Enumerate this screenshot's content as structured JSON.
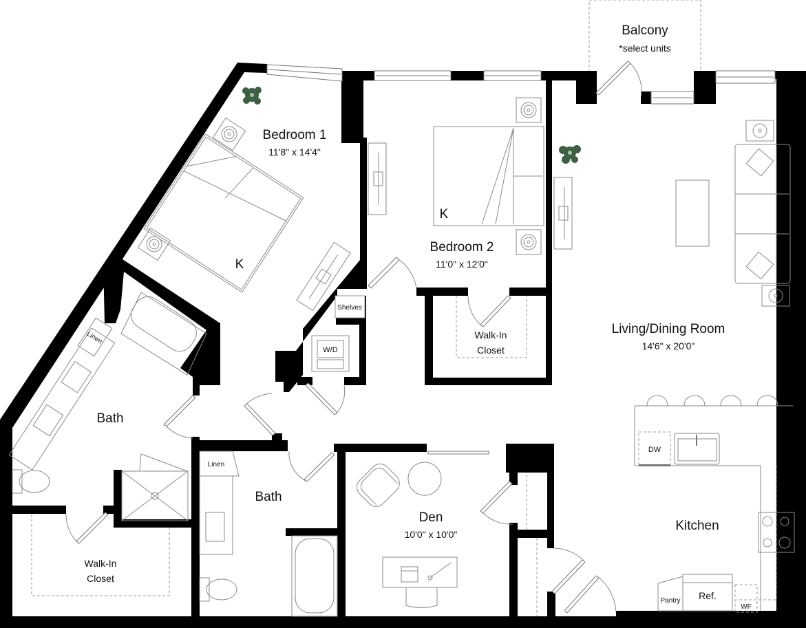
{
  "floorplan": {
    "balcony": {
      "label": "Balcony",
      "note": "*select units"
    },
    "rooms": {
      "bedroom1": {
        "label": "Bedroom 1",
        "dims": "11'8\" x 14'4\"",
        "bed_size": "K"
      },
      "bedroom2": {
        "label": "Bedroom 2",
        "dims": "11'0\" x 12'0\"",
        "bed_size": "K"
      },
      "living": {
        "label": "Living/Dining Room",
        "dims": "14'6\" x 20'0\""
      },
      "den": {
        "label": "Den",
        "dims": "10'0\" x 10'0\""
      },
      "kitchen": {
        "label": "Kitchen"
      },
      "bath_primary": {
        "label": "Bath"
      },
      "bath_secondary": {
        "label": "Bath"
      },
      "walkin_closet_bed2": {
        "label_line1": "Walk-In",
        "label_line2": "Closet"
      },
      "walkin_closet_primary": {
        "label_line1": "Walk-In",
        "label_line2": "Closet"
      }
    },
    "fixtures": {
      "shelves": "Shelves",
      "washer_dryer": "W/D",
      "linen_primary": "Linen",
      "linen_secondary": "Linen",
      "dishwasher": "DW",
      "refrigerator": "Ref.",
      "pantry": "Pantry",
      "water_filter": "WF"
    },
    "colors": {
      "walls": "#000000",
      "fixtures": "#8a8a8a",
      "plants": "#3d5f42",
      "background": "#ffffff"
    }
  }
}
